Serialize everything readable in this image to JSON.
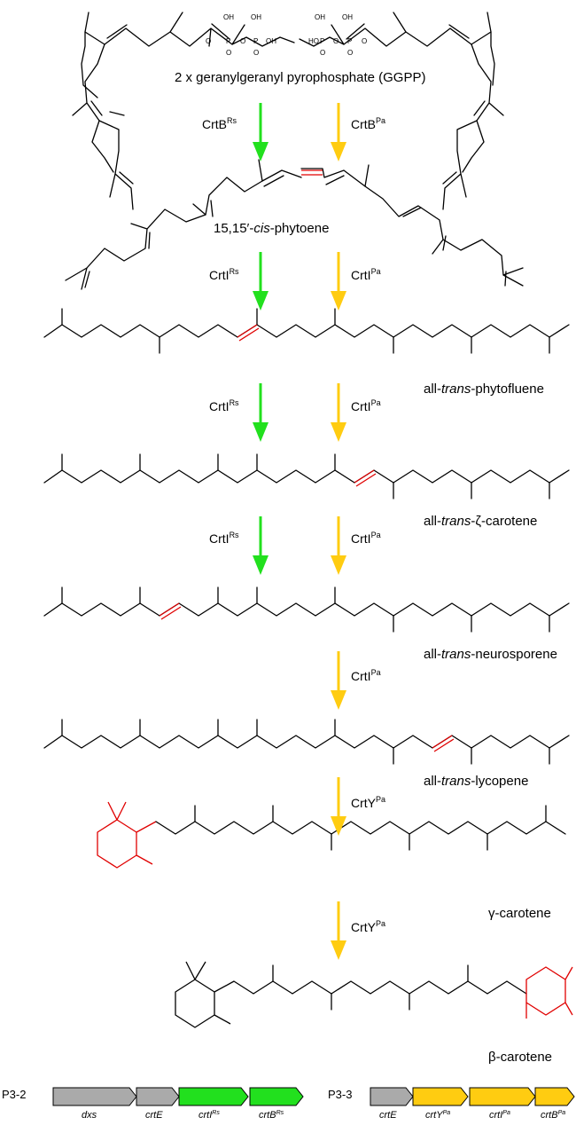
{
  "colors": {
    "crtb_rs": "#22e01e",
    "crtb_pa": "#ffcc11",
    "gray_gene": "#aaaaaa",
    "highlight_bond": "#e00000"
  },
  "compounds": {
    "ggpp": "2 x geranylgeranyl pyrophosphate (GGPP)",
    "phytoene": {
      "pre": "15,15′-",
      "ital": "cis",
      "post": "-phytoene"
    },
    "phytofluene": {
      "pre": "all-",
      "ital": "trans",
      "post": "-phytofluene"
    },
    "zeta": {
      "pre": "all-",
      "ital": "trans",
      "post": "-ζ-carotene"
    },
    "neurosporene": {
      "pre": "all-",
      "ital": "trans",
      "post": "-neurosporene"
    },
    "lycopene": {
      "pre": "all-",
      "ital": "trans",
      "post": "-lycopene"
    },
    "gamma": "γ-carotene",
    "beta": "β-carotene"
  },
  "phosphate_atoms": {
    "oh": "OH",
    "o": "O",
    "p": "P",
    "ho": "HO"
  },
  "enzymes": {
    "crtb": "CrtB",
    "crti": "CrtI",
    "crty": "CrtY",
    "rs": "Rs",
    "pa": "Pa"
  },
  "arrows": [
    {
      "name": "crtb-rs",
      "color": "#22e01e",
      "enzyme": "CrtB",
      "sup": "Rs"
    },
    {
      "name": "crtb-pa",
      "color": "#ffcc11",
      "enzyme": "CrtB",
      "sup": "Pa"
    },
    {
      "name": "crti-rs-1",
      "color": "#22e01e",
      "enzyme": "CrtI",
      "sup": "Rs"
    },
    {
      "name": "crti-pa-1",
      "color": "#ffcc11",
      "enzyme": "CrtI",
      "sup": "Pa"
    },
    {
      "name": "crti-rs-2",
      "color": "#22e01e",
      "enzyme": "CrtI",
      "sup": "Rs"
    },
    {
      "name": "crti-pa-2",
      "color": "#ffcc11",
      "enzyme": "CrtI",
      "sup": "Pa"
    },
    {
      "name": "crti-rs-3",
      "color": "#22e01e",
      "enzyme": "CrtI",
      "sup": "Rs"
    },
    {
      "name": "crti-pa-3",
      "color": "#ffcc11",
      "enzyme": "CrtI",
      "sup": "Pa"
    },
    {
      "name": "crti-pa-4",
      "color": "#ffcc11",
      "enzyme": "CrtI",
      "sup": "Pa"
    },
    {
      "name": "crty-pa-1",
      "color": "#ffcc11",
      "enzyme": "CrtY",
      "sup": "Pa"
    },
    {
      "name": "crty-pa-2",
      "color": "#ffcc11",
      "enzyme": "CrtY",
      "sup": "Pa"
    }
  ],
  "operons": [
    {
      "name": "P3-2",
      "genes": [
        {
          "label": "dxs",
          "sup": "",
          "color": "#aaaaaa"
        },
        {
          "label": "crtE",
          "sup": "",
          "color": "#aaaaaa"
        },
        {
          "label": "crtI",
          "sup": "Rs",
          "color": "#22e01e"
        },
        {
          "label": "crtB",
          "sup": "Rs",
          "color": "#22e01e"
        }
      ]
    },
    {
      "name": "P3-3",
      "genes": [
        {
          "label": "crtE",
          "sup": "",
          "color": "#aaaaaa"
        },
        {
          "label": "crtY",
          "sup": "Pa",
          "color": "#ffcc11"
        },
        {
          "label": "crtI",
          "sup": "Pa",
          "color": "#ffcc11"
        },
        {
          "label": "crtB",
          "sup": "Pa",
          "color": "#ffcc11"
        }
      ]
    }
  ]
}
